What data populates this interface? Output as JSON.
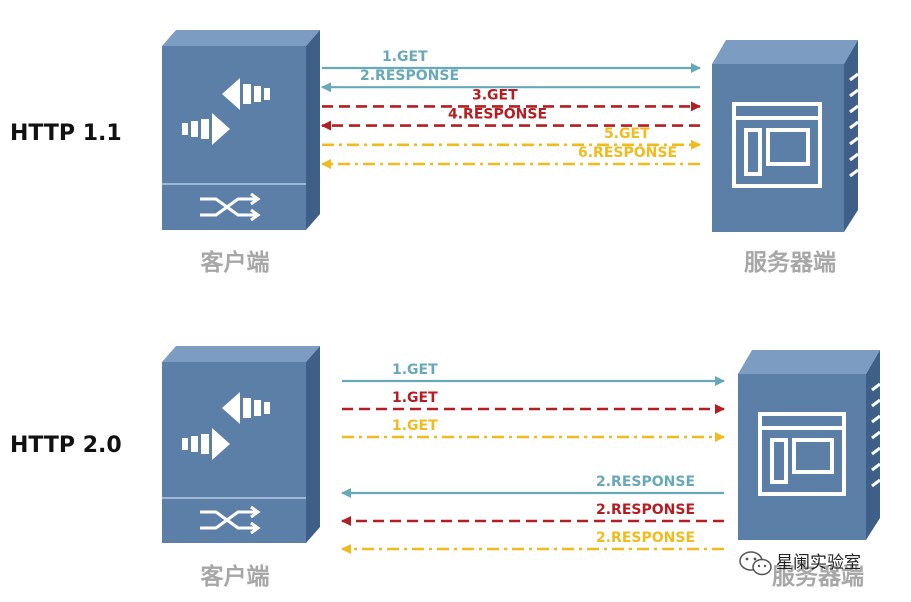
{
  "colors": {
    "teal": "#67a9b8",
    "red": "#b41e22",
    "yellow": "#f0bb1d",
    "device_front": "#5b7fa7",
    "device_side": "#3e6088",
    "device_top": "#7c9cc2",
    "caption": "#a7a7a7"
  },
  "watermark": {
    "text": "星阑实验室",
    "icon": "wechat-icon"
  },
  "panels": [
    {
      "protocol": "HTTP 1.1",
      "client_label": "客户端",
      "server_label": "服务器端",
      "messages": [
        {
          "label": "1.GET",
          "direction": "to-server",
          "style": "solid",
          "color": "teal"
        },
        {
          "label": "2.RESPONSE",
          "direction": "to-client",
          "style": "solid",
          "color": "teal"
        },
        {
          "label": "3.GET",
          "direction": "to-server",
          "style": "dashed",
          "color": "red"
        },
        {
          "label": "4.RESPONSE",
          "direction": "to-client",
          "style": "dashed",
          "color": "red"
        },
        {
          "label": "5.GET",
          "direction": "to-server",
          "style": "dash-dot",
          "color": "yellow"
        },
        {
          "label": "6.RESPONSE",
          "direction": "to-client",
          "style": "dash-dot",
          "color": "yellow"
        }
      ]
    },
    {
      "protocol": "HTTP 2.0",
      "client_label": "客户端",
      "server_label": "服务器端",
      "messages": [
        {
          "label": "1.GET",
          "direction": "to-server",
          "style": "solid",
          "color": "teal"
        },
        {
          "label": "1.GET",
          "direction": "to-server",
          "style": "dashed",
          "color": "red"
        },
        {
          "label": "1.GET",
          "direction": "to-server",
          "style": "dash-dot",
          "color": "yellow"
        },
        {
          "label": "2.RESPONSE",
          "direction": "to-client",
          "style": "solid",
          "color": "teal"
        },
        {
          "label": "2.RESPONSE",
          "direction": "to-client",
          "style": "dashed",
          "color": "red"
        },
        {
          "label": "2.RESPONSE",
          "direction": "to-client",
          "style": "dash-dot",
          "color": "yellow"
        }
      ]
    }
  ]
}
